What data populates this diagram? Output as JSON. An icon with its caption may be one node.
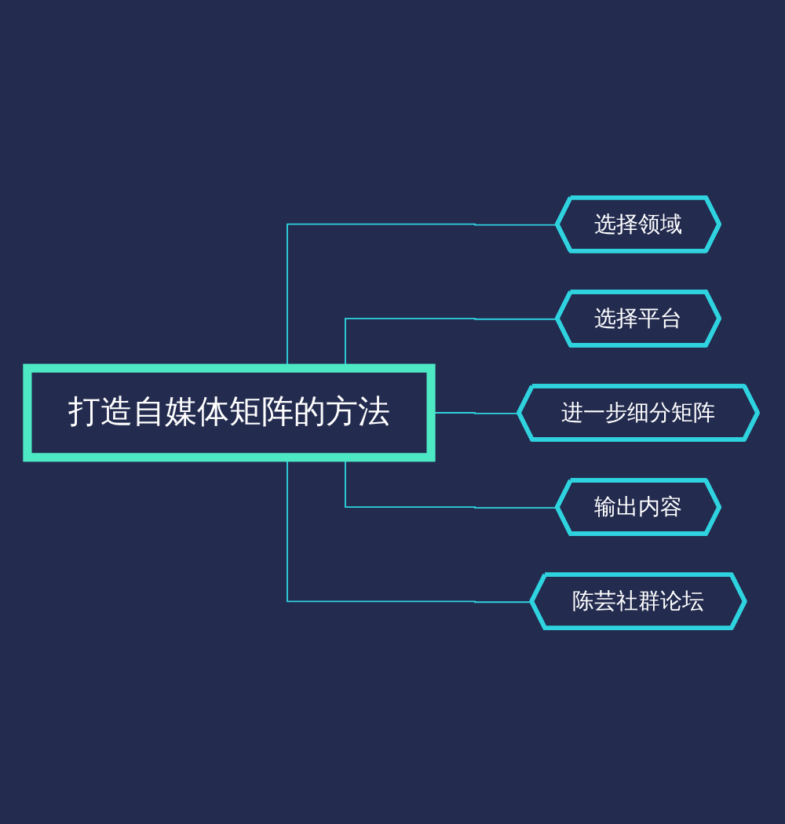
{
  "diagram": {
    "nodes": [
      {
        "text": [
          "打造自媒体矩阵的方法"
        ]
      },
      {
        "text": [
          "选择领域"
        ]
      },
      {
        "text": [
          "选择平台"
        ]
      },
      {
        "text": [
          "进一步细分矩阵"
        ]
      },
      {
        "text": [
          "输出内容"
        ]
      },
      {
        "text": [
          "陈芸社群论坛"
        ]
      }
    ],
    "edges": [
      {
        "from": 0,
        "to": 1,
        "arrow": "none"
      },
      {
        "from": 0,
        "to": 2,
        "arrow": "none"
      },
      {
        "from": 0,
        "to": 3,
        "arrow": "none"
      },
      {
        "from": 0,
        "to": 4,
        "arrow": "none"
      },
      {
        "from": 0,
        "to": 5,
        "arrow": "none"
      }
    ]
  }
}
